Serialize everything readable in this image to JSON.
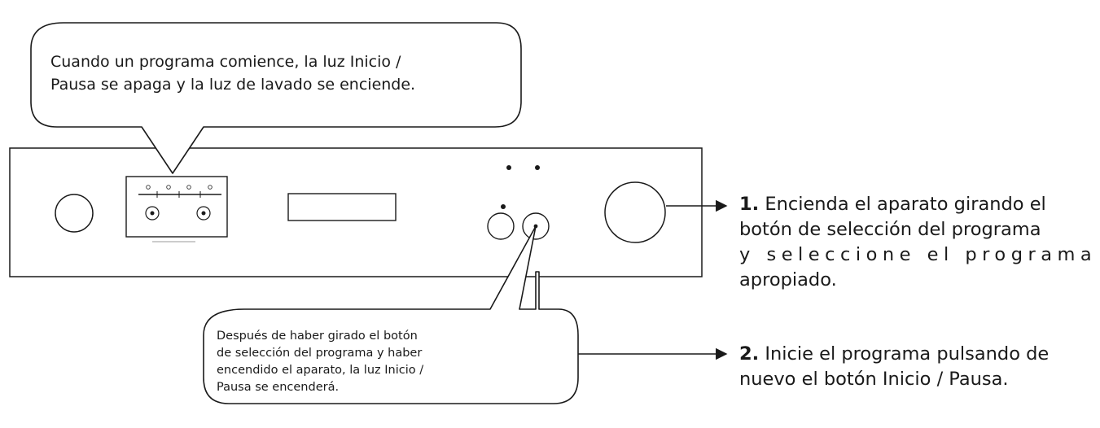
{
  "callout_top": {
    "lines": [
      "Cuando un programa comience, la luz Inicio /",
      "Pausa se apaga y la luz de lavado se enciende."
    ]
  },
  "callout_bottom": {
    "lines": [
      "Después de haber girado el botón",
      "de selección del programa y haber",
      "encendido el aparato, la luz Inicio /",
      "Pausa se encenderá."
    ]
  },
  "steps": [
    {
      "number": "1.",
      "lines": [
        "Encienda el aparato girando el",
        "botón de selección del programa",
        "y seleccione el programa",
        "apropiado."
      ]
    },
    {
      "number": "2.",
      "lines": [
        "Inicie el programa pulsando de",
        "nuevo el botón Inicio / Pausa."
      ]
    }
  ]
}
